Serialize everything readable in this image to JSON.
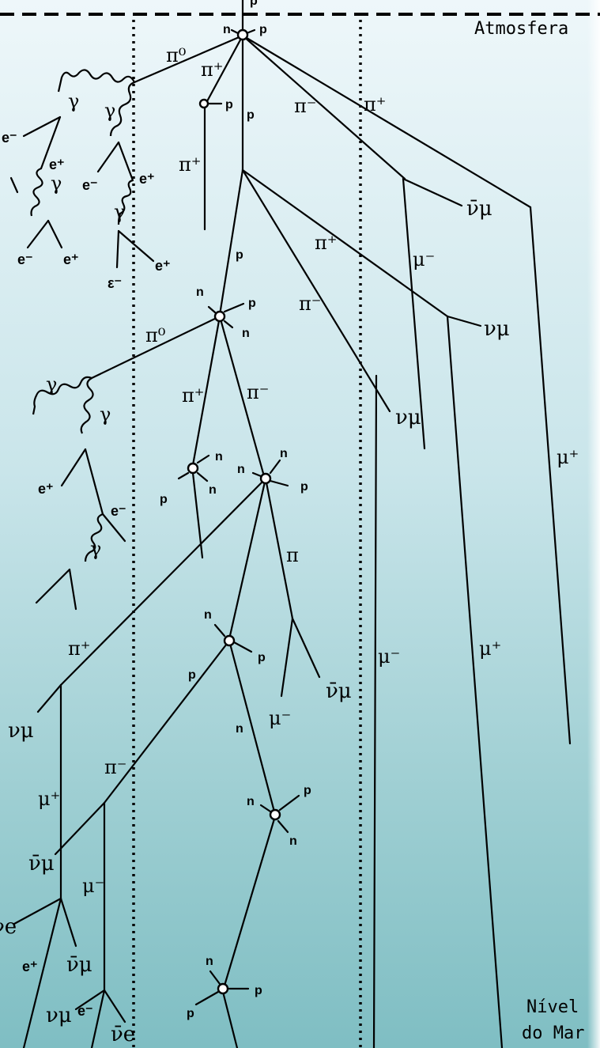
{
  "boundaries": {
    "top": "Atmosfera",
    "bottom_line1": "Nível",
    "bottom_line2": "do Mar"
  },
  "labels": {
    "pi0": "π⁰",
    "pi_plus": "π⁺",
    "pi_minus": "π⁻",
    "pi": "π",
    "gamma": "γ",
    "e_minus": "e⁻",
    "e_plus": "e⁺",
    "eps_minus": "ε⁻",
    "n": "n",
    "p": "p",
    "mu_minus": "μ⁻",
    "mu_plus": "μ⁺",
    "nu_mu": "νμ",
    "nubar_mu": "ν̄μ",
    "nu_e": "νe",
    "nubar_e": "ν̄e"
  }
}
